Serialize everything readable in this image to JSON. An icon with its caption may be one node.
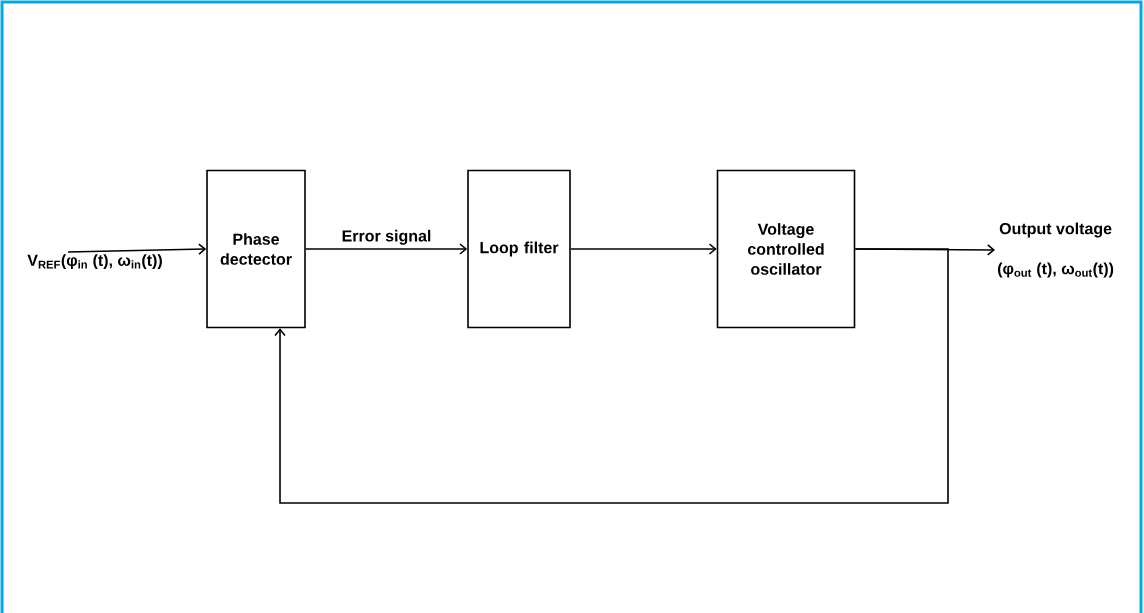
{
  "diagram": {
    "nodes": [
      {
        "text": [
          "V$_{REF}$(φ$_{in}$ (t), ω$_{in}$(t))"
        ]
      },
      {
        "text": [
          "Phase dectector"
        ]
      },
      {
        "text": [
          "Loop filter"
        ]
      },
      {
        "text": [
          "Voltage controlled oscillator"
        ]
      },
      {
        "text": [
          "Output voltage",
          "(φ$_{out}$ (t), ω$_{out}$(t))"
        ]
      }
    ],
    "edges": [
      {
        "from": 0,
        "to": 1,
        "arrow": "to"
      },
      {
        "from": 1,
        "to": 2,
        "arrow": "to",
        "label": "Error signal"
      },
      {
        "from": 2,
        "to": 3,
        "arrow": "to"
      },
      {
        "from": 3,
        "to": 4,
        "arrow": "to"
      },
      {
        "from": 3,
        "to": 1,
        "arrow": "to"
      }
    ]
  }
}
